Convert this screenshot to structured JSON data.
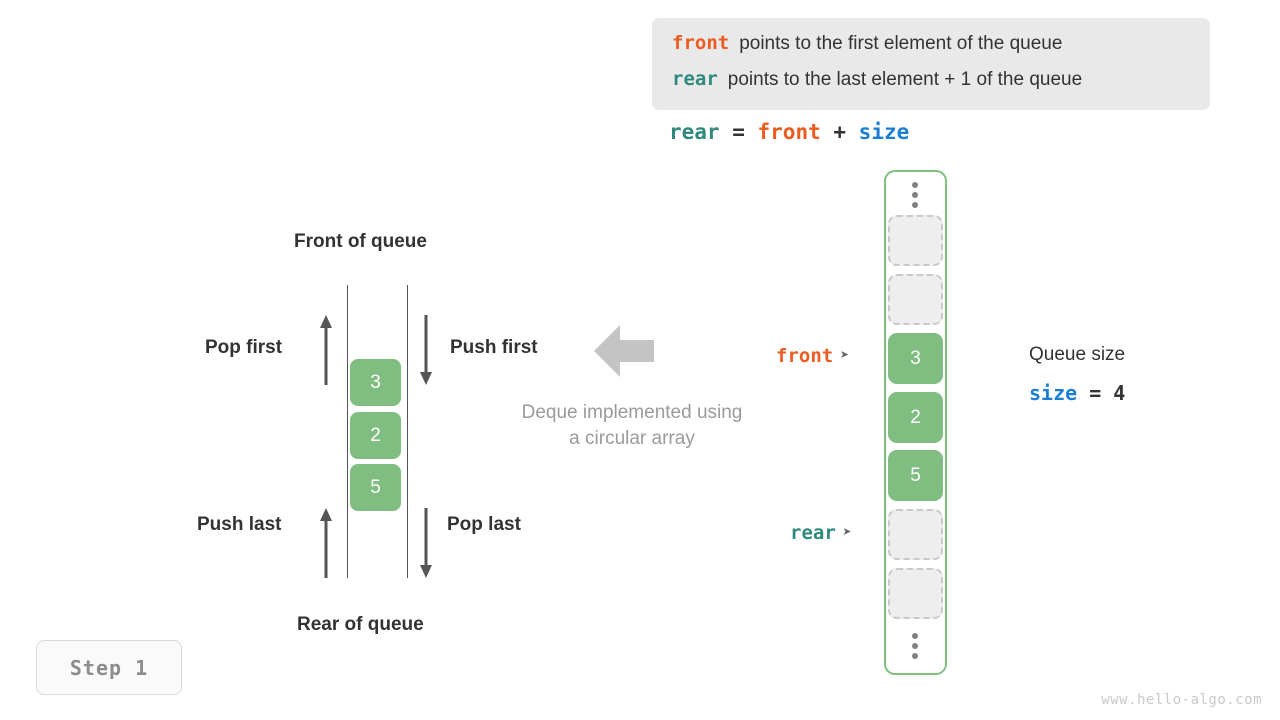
{
  "legend": {
    "line1": {
      "keyword": "front",
      "text": "points to the first element of the queue"
    },
    "line2": {
      "keyword": "rear",
      "text": "points to the last element + 1 of the queue"
    }
  },
  "formula": {
    "lhs": "rear",
    "eq": " = ",
    "rhs1": "front",
    "plus": " + ",
    "rhs2": "size"
  },
  "deque_diagram": {
    "front_of_queue_label": "Front of queue",
    "rear_of_queue_label": "Rear of queue",
    "pop_first_label": "Pop first",
    "push_first_label": "Push first",
    "push_last_label": "Push last",
    "pop_last_label": "Pop last",
    "caption_line1": "Deque implemented using",
    "caption_line2": "a circular array",
    "cells": [
      "3",
      "2",
      "5"
    ]
  },
  "circular_array": {
    "cells": [
      {
        "type": "empty",
        "value": ""
      },
      {
        "type": "empty",
        "value": ""
      },
      {
        "type": "filled",
        "value": "3"
      },
      {
        "type": "filled",
        "value": "2"
      },
      {
        "type": "filled",
        "value": "5"
      },
      {
        "type": "empty",
        "value": ""
      },
      {
        "type": "empty",
        "value": ""
      }
    ],
    "front_pointer_label": "front",
    "rear_pointer_label": "rear",
    "pointer_tip": "➤"
  },
  "size_annotation": {
    "title": "Queue size",
    "expression": "size = 4",
    "keyword": "size",
    "rest": " = 4"
  },
  "step_badge": {
    "label": "Step 1"
  },
  "watermark": {
    "text": "www.hello-algo.com"
  },
  "colors": {
    "accent_green": "#80bd80",
    "frame_green": "#7fc07f",
    "front_orange": "#ec5b20",
    "rear_teal": "#2f8a7d",
    "size_blue": "#1a7fd4",
    "legend_bg": "#e9e9e9",
    "muted_gray": "#9a9a9a",
    "text_dark": "#333333"
  }
}
